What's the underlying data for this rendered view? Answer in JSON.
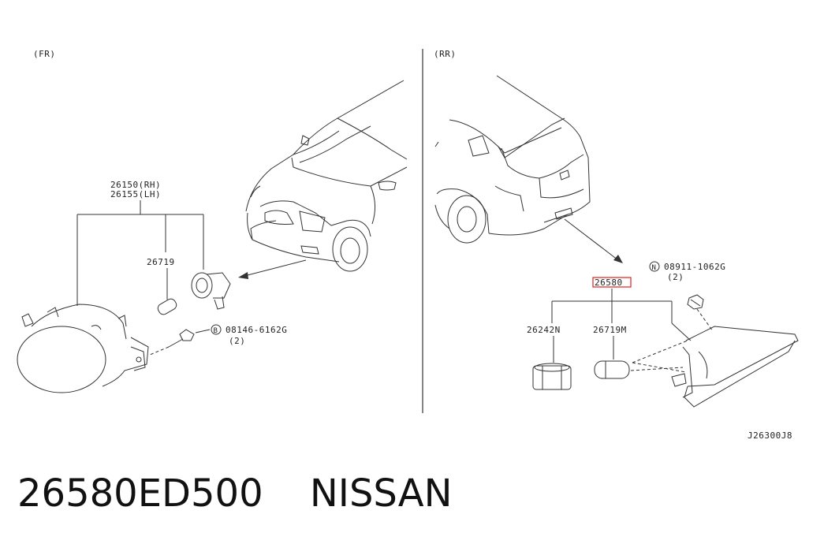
{
  "sections": {
    "front": "(FR)",
    "rear": "(RR)"
  },
  "front_labels": {
    "part_rh": "26150(RH)",
    "part_lh": "26155(LH)",
    "bulb": "26719",
    "bolt_code": "B",
    "bolt_number": "08146-6162G",
    "bolt_qty": "(2)"
  },
  "rear_labels": {
    "nut_code": "N",
    "nut_number": "08911-1062G",
    "nut_qty": "(2)",
    "assembly": "26580",
    "socket": "26242N",
    "bulb": "26719M"
  },
  "diagram_code": "J26300J8",
  "caption": {
    "part_number": "26580ED500",
    "brand": "NISSAN"
  },
  "colors": {
    "line": "#333333",
    "highlight": "#e02020"
  }
}
